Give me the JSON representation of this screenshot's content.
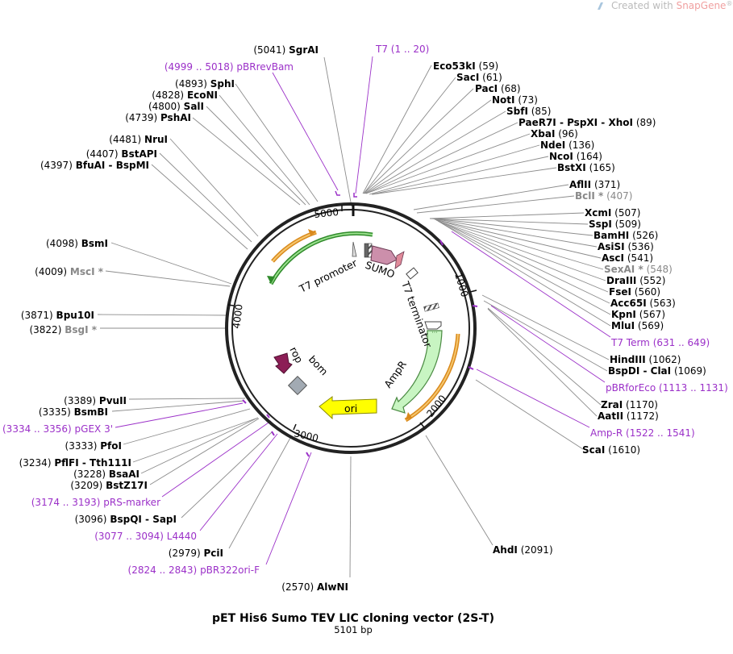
{
  "watermark": {
    "prefix": "Created with ",
    "brand": "SnapGene",
    "reg": "®"
  },
  "plasmid": {
    "name": "pET His6 Sumo TEV LIC cloning vector (2S-T)",
    "length_label": "5101 bp",
    "length": 5101
  },
  "ticks": [
    "1000",
    "2000",
    "3000",
    "4000",
    "5000"
  ],
  "features": [
    {
      "name": "T7 promoter",
      "label": "T7 promoter"
    },
    {
      "name": "SUMO",
      "label": "SUMO"
    },
    {
      "name": "T7 terminator",
      "label": "T7 terminator"
    },
    {
      "name": "AmpR",
      "label": "AmpR"
    },
    {
      "name": "bom",
      "label": "bom"
    },
    {
      "name": "rop",
      "label": "rop"
    },
    {
      "name": "ori",
      "label": "ori"
    }
  ],
  "sites": [
    {
      "pos": "(5041)",
      "name": "SgrAI"
    },
    {
      "pos": "(1 .. 20)",
      "name": "T7"
    },
    {
      "pos": "(4999 .. 5018)",
      "name": "pBRrevBam"
    },
    {
      "name": "Eco53kI",
      "pos": "(59)"
    },
    {
      "name": "SacI",
      "pos": "(61)"
    },
    {
      "name": "PacI",
      "pos": "(68)"
    },
    {
      "name": "NotI",
      "pos": "(73)"
    },
    {
      "name": "SbfI",
      "pos": "(85)"
    },
    {
      "name": "PaeR7I - PspXI - XhoI",
      "pos": "(89)"
    },
    {
      "name": "XbaI",
      "pos": "(96)"
    },
    {
      "name": "NdeI",
      "pos": "(136)"
    },
    {
      "name": "NcoI",
      "pos": "(164)"
    },
    {
      "name": "BstXI",
      "pos": "(165)"
    },
    {
      "name": "AflII",
      "pos": "(371)"
    },
    {
      "name": "BclI *",
      "pos": "(407)"
    },
    {
      "name": "XcmI",
      "pos": "(507)"
    },
    {
      "name": "SspI",
      "pos": "(509)"
    },
    {
      "name": "BamHI",
      "pos": "(526)"
    },
    {
      "name": "AsiSI",
      "pos": "(536)"
    },
    {
      "name": "AscI",
      "pos": "(541)"
    },
    {
      "name": "SexAI *",
      "pos": "(548)"
    },
    {
      "name": "DraIII",
      "pos": "(552)"
    },
    {
      "name": "FseI",
      "pos": "(560)"
    },
    {
      "name": "Acc65I",
      "pos": "(563)"
    },
    {
      "name": "KpnI",
      "pos": "(567)"
    },
    {
      "name": "MluI",
      "pos": "(569)"
    },
    {
      "name": "T7 Term",
      "pos": "(631 .. 649)"
    },
    {
      "name": "HindIII",
      "pos": "(1062)"
    },
    {
      "name": "BspDI - ClaI",
      "pos": "(1069)"
    },
    {
      "name": "pBRforEco",
      "pos": "(1113 .. 1131)"
    },
    {
      "name": "ZraI",
      "pos": "(1170)"
    },
    {
      "name": "AatII",
      "pos": "(1172)"
    },
    {
      "name": "Amp-R",
      "pos": "(1522 .. 1541)"
    },
    {
      "name": "ScaI",
      "pos": "(1610)"
    },
    {
      "name": "AhdI",
      "pos": "(2091)"
    },
    {
      "pos": "(2570)",
      "name": "AlwNI"
    },
    {
      "pos": "(2824 .. 2843)",
      "name": "pBR322ori-F"
    },
    {
      "pos": "(2979)",
      "name": "PciI"
    },
    {
      "pos": "(3077 .. 3094)",
      "name": "L4440"
    },
    {
      "pos": "(3096)",
      "name": "BspQI - SapI"
    },
    {
      "pos": "(3174 .. 3193)",
      "name": "pRS-marker"
    },
    {
      "pos": "(3209)",
      "name": "BstZ17I"
    },
    {
      "pos": "(3228)",
      "name": "BsaAI"
    },
    {
      "pos": "(3234)",
      "name": "PflFI - Tth111I"
    },
    {
      "pos": "(3333)",
      "name": "PfoI"
    },
    {
      "pos": "(3334 .. 3356)",
      "name": "pGEX 3'"
    },
    {
      "pos": "(3335)",
      "name": "BsmBI"
    },
    {
      "pos": "(3389)",
      "name": "PvuII"
    },
    {
      "pos": "(3822)",
      "name": "BsgI *"
    },
    {
      "pos": "(3871)",
      "name": "Bpu10I"
    },
    {
      "pos": "(4009)",
      "name": "MscI *"
    },
    {
      "pos": "(4098)",
      "name": "BsmI"
    },
    {
      "pos": "(4397)",
      "name": "BfuAI - BspMI"
    },
    {
      "pos": "(4407)",
      "name": "BstAPI"
    },
    {
      "pos": "(4481)",
      "name": "NruI"
    },
    {
      "pos": "(4739)",
      "name": "PshAI"
    },
    {
      "pos": "(4800)",
      "name": "SalI"
    },
    {
      "pos": "(4828)",
      "name": "EcoNI"
    },
    {
      "pos": "(4893)",
      "name": "SphI"
    }
  ]
}
